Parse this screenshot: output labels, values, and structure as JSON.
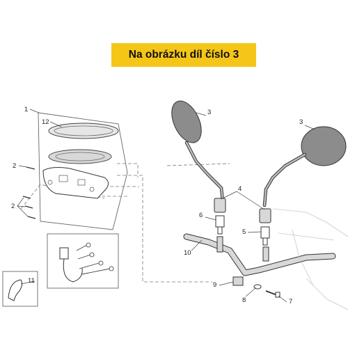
{
  "banner": {
    "text": "Na obrázku díl číslo 3",
    "color": "#f5c518"
  },
  "callouts": {
    "c1": "1",
    "c12": "12",
    "c2a": "2",
    "c2b": "2",
    "c3a": "3",
    "c3b": "3",
    "c4": "4",
    "c5": "5",
    "c6": "6",
    "c7": "7",
    "c8": "8",
    "c9": "9",
    "c10": "10",
    "c11": "11"
  },
  "colors": {
    "line": "#555555",
    "mirror_fill": "#8c8c8c",
    "part_fill": "#d8d8d8"
  }
}
